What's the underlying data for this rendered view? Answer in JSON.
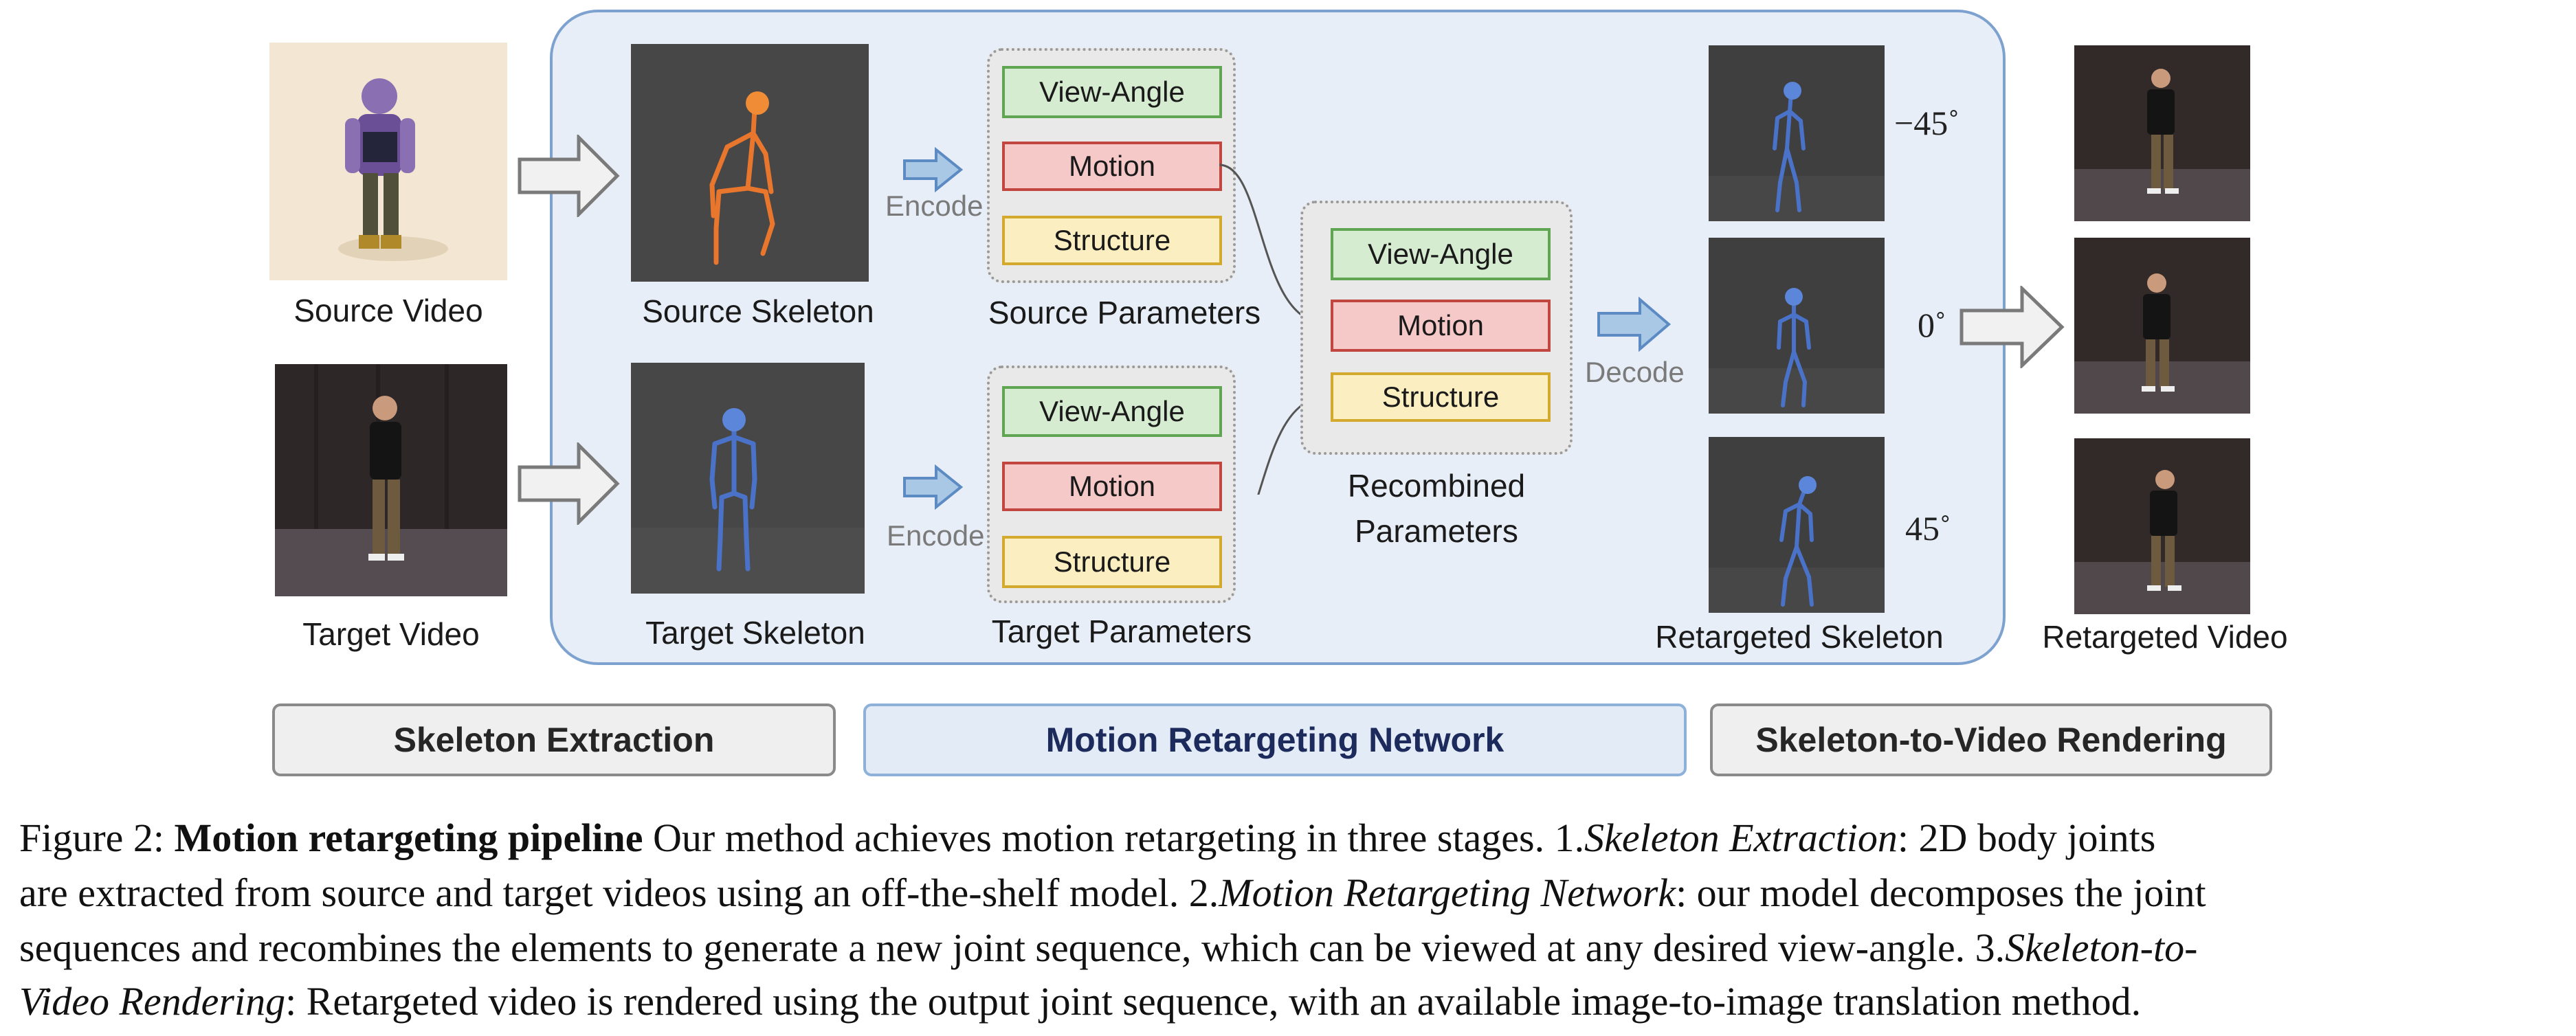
{
  "figure": {
    "inputs": {
      "source_video_label": "Source Video",
      "target_video_label": "Target Video"
    },
    "skeletons": {
      "source_label": "Source Skeleton",
      "target_label": "Target Skeleton"
    },
    "encode_label": "Encode",
    "decode_label": "Decode",
    "source_params": {
      "label": "Source Parameters",
      "view_angle": "View-Angle",
      "motion": "Motion",
      "structure": "Structure"
    },
    "target_params": {
      "label": "Target Parameters",
      "view_angle": "View-Angle",
      "motion": "Motion",
      "structure": "Structure"
    },
    "recombined_params": {
      "label_line1": "Recombined",
      "label_line2": "Parameters",
      "view_angle": "View-Angle",
      "motion": "Motion",
      "structure": "Structure"
    },
    "retargeted": {
      "skeleton_label": "Retargeted Skeleton",
      "video_label": "Retargeted Video",
      "angles": [
        "−45˚",
        "0˚",
        "45˚"
      ]
    },
    "stages": {
      "extraction": "Skeleton Extraction",
      "network": "Motion Retargeting Network",
      "rendering": "Skeleton-to-Video Rendering"
    },
    "colors": {
      "panel_bg": "#e8eef7",
      "view_angle": "#d6ecd0",
      "motion": "#f6c9c9",
      "structure": "#fbeec0",
      "source_skeleton": "#e8762c",
      "target_skeleton": "#4a72c8"
    }
  },
  "caption": {
    "figure_number": "Figure 2:",
    "title": "Motion retargeting pipeline",
    "intro": " Our method achieves motion retargeting in three stages.  1.",
    "stage1_name": "Skeleton Extraction",
    "stage1_text": ":  2D body joints",
    "line2_text": "are extracted from source and target videos using an off-the-shelf model. 2.",
    "stage2_name": "Motion Retargeting Network",
    "stage2_text": ": our model decomposes the joint",
    "line3_text": "sequences and recombines the elements to generate a new joint sequence, which can be viewed at any desired view-angle.  3.",
    "stage3_name_part1": "Skeleton-to-",
    "stage3_name_part2": "Video Rendering",
    "line4_text": ": Retargeted video is rendered using the output joint sequence, with an available image-to-image translation method."
  }
}
